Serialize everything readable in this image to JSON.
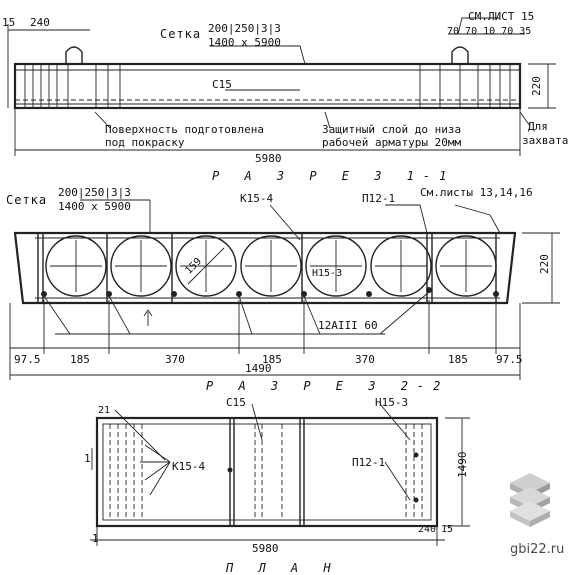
{
  "section1": {
    "title": "Р А З Р Е З 1-1",
    "mesh_label": "Сетка",
    "mesh_spec_top": "200|250|3|3",
    "mesh_spec_bottom": "1400 x 5900",
    "see_sheet": "СМ.ЛИСТ 15",
    "offsets": "70 70 10 70 35",
    "dim_15": "15",
    "dim_240": "240",
    "c15": "С15",
    "surface_line1": "Поверхность подготовлена",
    "surface_line2": "под покраску",
    "cover_line1": "Защитный слой до низа",
    "cover_line2": "рабочей арматуры 20мм",
    "grip_line1": "Для",
    "grip_line2": "захвата",
    "length": "5980",
    "height": "220"
  },
  "section2": {
    "title": "Р А З Р Е З 2-2",
    "mesh_label": "Сетка",
    "mesh_spec_top": "200|250|3|3",
    "mesh_spec_bottom": "1400 x 5900",
    "k15": "К15-4",
    "p12": "П12-1",
    "see_sheets": "См.листы 13,14,16",
    "diameter": "159",
    "n15": "Н15-3",
    "rebar": "12АIII 60",
    "height": "220",
    "dims": [
      "97.5",
      "185",
      "370",
      "185",
      "370",
      "185",
      "97.5"
    ],
    "width": "1490"
  },
  "plan": {
    "title": "П Л А Н",
    "c15": "С15",
    "n15": "Н15-3",
    "k15": "К15-4",
    "p12": "П12-1",
    "marker": "1",
    "dim_21": "21",
    "length": "5980",
    "width": "1490",
    "dim_240": "240",
    "dim_15": "15"
  },
  "watermark": "gbi22.ru"
}
